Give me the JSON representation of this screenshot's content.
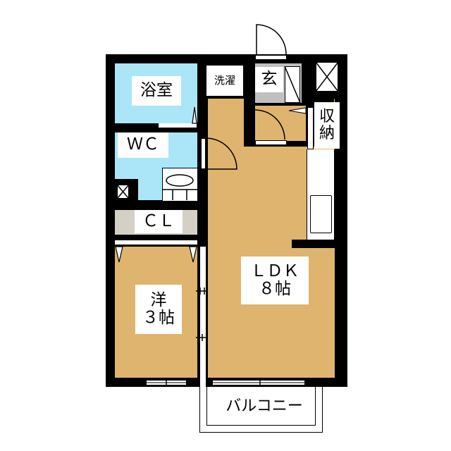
{
  "floor_plan": {
    "rooms": {
      "bathroom": {
        "label": "浴室"
      },
      "laundry": {
        "label": "洗濯"
      },
      "entrance": {
        "label": "玄"
      },
      "storage": {
        "label": "収\n納"
      },
      "toilet": {
        "label": "ＷＣ"
      },
      "closet": {
        "label": "ＣＬ"
      },
      "ldk": {
        "label": "ＬＤＫ\n８帖"
      },
      "western_room": {
        "label": "洋\n３帖"
      },
      "balcony": {
        "label": "バルコニー"
      }
    },
    "colors": {
      "wall": "#000000",
      "floor": "#dfb46e",
      "wet_area": "#aae6f8",
      "closet": "#d4d0c4",
      "entrance_tile": "#c0c0c0"
    }
  }
}
